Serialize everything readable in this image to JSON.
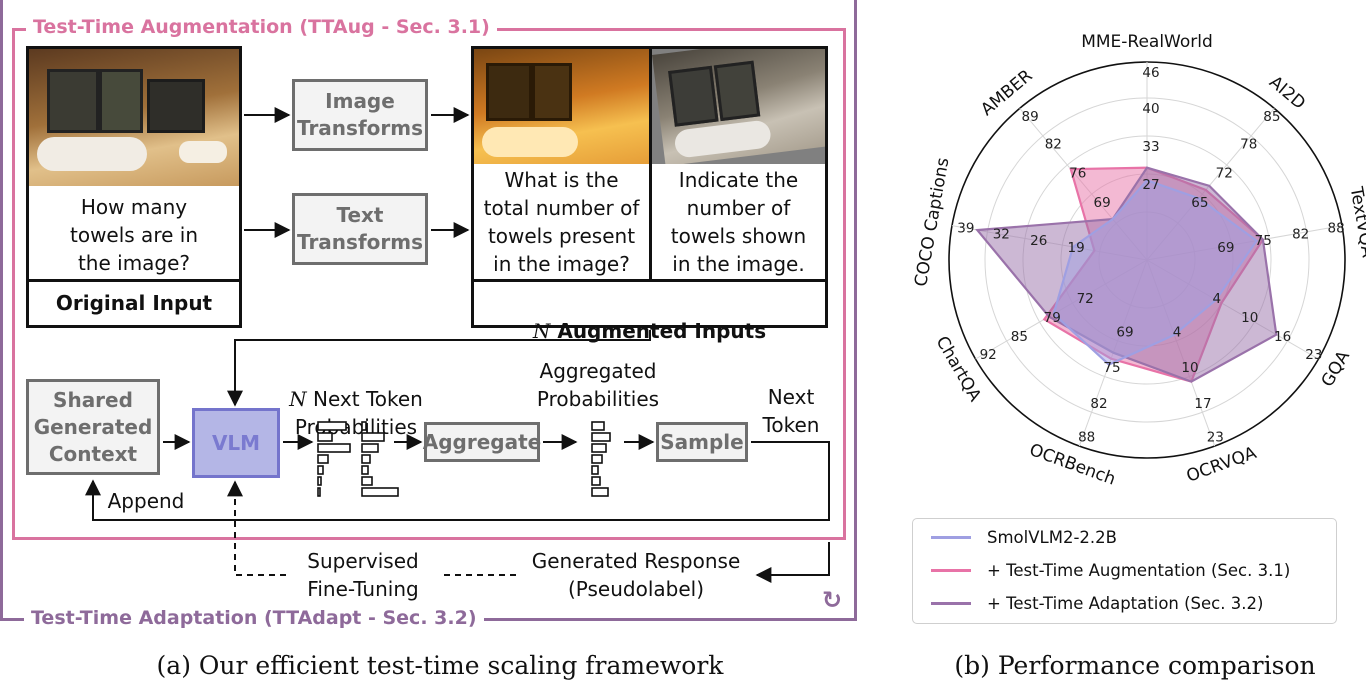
{
  "framework": {
    "tta_label": "Test-Time Augmentation (TTAug - Sec. 3.1)",
    "ttadapt_label": "Test-Time Adaptation (TTAdapt - Sec. 3.2)",
    "original_question": "How many\ntowels are in\nthe image?",
    "original_caption": "Original Input",
    "image_transforms": "Image\nTransforms",
    "text_transforms": "Text\nTransforms",
    "aug_question_1": "What is the\ntotal number of\ntowels present\nin the image?",
    "aug_question_2": "Indicate the\nnumber of\ntowels shown\nin the image.",
    "aug_caption_n": "N",
    "aug_caption_rest": " Augmented Inputs",
    "shared_context": "Shared\nGenerated\nContext",
    "vlm": "VLM",
    "next_token_probs_n": "N",
    "next_token_probs_rest": " Next Token\nProbabilities",
    "aggregated_probs": "Aggregated\nProbabilities",
    "aggregate": "Aggregate",
    "sample": "Sample",
    "next_token": "Next\nToken",
    "append": "Append",
    "supervised": "Supervised\nFine-Tuning",
    "generated_response": "Generated Response\n(Pseudolabel)",
    "caption": "(a) Our efficient test-time scaling framework",
    "colors": {
      "tta": "#d9739f",
      "ttadapt": "#8e6a9a",
      "vlm_fill": "#b4b6e6",
      "vlm_border": "#7474cc"
    }
  },
  "radar": {
    "caption": "(b) Performance comparison",
    "axes": [
      {
        "name": "MME-RealWorld",
        "ticks": [
          "27",
          "33",
          "40",
          "46"
        ]
      },
      {
        "name": "AI2D",
        "ticks": [
          "65",
          "72",
          "78",
          "85"
        ]
      },
      {
        "name": "TextVQA",
        "ticks": [
          "69",
          "75",
          "82",
          "88"
        ]
      },
      {
        "name": "GQA",
        "ticks": [
          "4",
          "10",
          "16",
          "23"
        ]
      },
      {
        "name": "OCRVQA",
        "ticks": [
          "4",
          "10",
          "17",
          "23"
        ]
      },
      {
        "name": "OCRBench",
        "ticks": [
          "69",
          "75",
          "82",
          "88"
        ]
      },
      {
        "name": "ChartQA",
        "ticks": [
          "72",
          "79",
          "85",
          "92"
        ]
      },
      {
        "name": "COCO Captions",
        "ticks": [
          "19",
          "26",
          "32",
          "39"
        ]
      },
      {
        "name": "AMBER",
        "ticks": [
          "69",
          "76",
          "82",
          "89"
        ]
      }
    ],
    "legend": [
      {
        "label": "SmolVLM2-2.2B",
        "color": "#9f9fe2"
      },
      {
        "label": "+ Test-Time Augmentation (Sec. 3.1)",
        "color": "#e873a7"
      },
      {
        "label": "+ Test-Time Adaptation (Sec. 3.2)",
        "color": "#9a72aa"
      }
    ]
  },
  "chart_data": {
    "type": "radar",
    "categories": [
      "MME-RealWorld",
      "AI2D",
      "TextVQA",
      "GQA",
      "OCRVQA",
      "OCRBench",
      "ChartQA",
      "COCO Captions",
      "AMBER"
    ],
    "series": [
      {
        "name": "SmolVLM2-2.2B",
        "values": [
          26,
          64,
          73,
          3,
          3,
          73,
          76,
          17,
          63
        ]
      },
      {
        "name": "+ Test-Time Augmentation (Sec. 3.1)",
        "values": [
          28,
          66,
          74,
          4,
          11,
          72,
          78,
          13,
          75
        ]
      },
      {
        "name": "+ Test-Time Adaptation (Sec. 3.2)",
        "values": [
          28,
          67,
          74,
          14,
          11,
          71,
          77,
          34,
          63
        ]
      }
    ]
  }
}
